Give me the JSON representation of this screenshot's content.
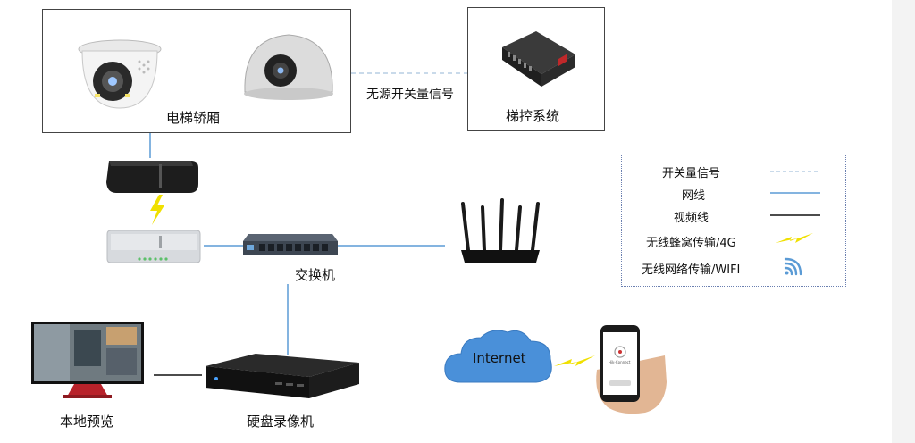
{
  "labels": {
    "elevator_car": "电梯轿厢",
    "elevator_control": "梯控系统",
    "dry_contact_signal": "无源开关量信号",
    "switch": "交换机",
    "local_preview": "本地预览",
    "nvr": "硬盘录像机",
    "internet": "Internet",
    "phone_app": "Hik-Connect"
  },
  "legend": {
    "items": [
      {
        "label": "开关量信号",
        "line": "dashed"
      },
      {
        "label": "网线",
        "line": "network"
      },
      {
        "label": "视频线",
        "line": "video"
      },
      {
        "label": "无线蜂窝传输/4G",
        "line": "cellular"
      },
      {
        "label": "无线网络传输/WIFI",
        "line": "wifi"
      }
    ]
  },
  "colors": {
    "network_line": "#5b9bd5",
    "dashed_line": "#a9c4de",
    "video_line": "#111111",
    "lightning": "#f0e000",
    "cloud": "#4a90d9"
  }
}
